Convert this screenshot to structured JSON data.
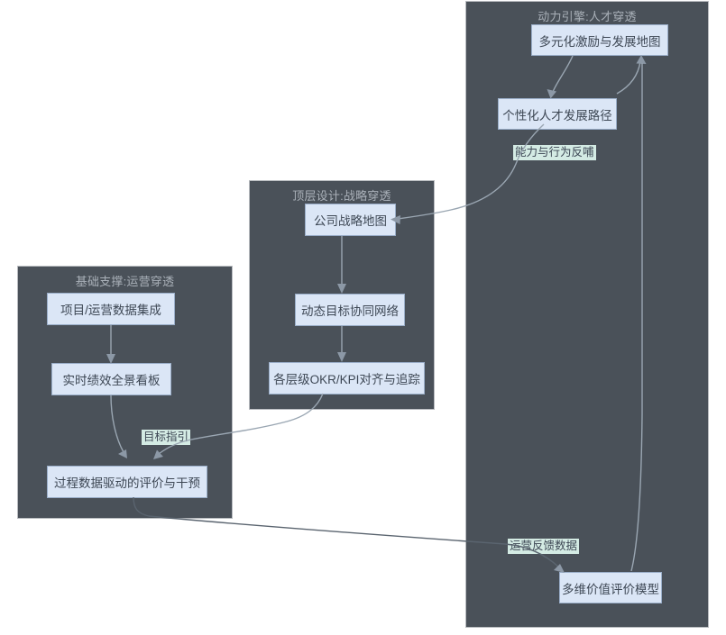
{
  "diagram": {
    "type": "flowchart",
    "background": "#ffffff",
    "cluster_fill": "#4a5159",
    "cluster_border": "#b9bcc0",
    "node_fill": "#dbe6f6",
    "node_border": "#9aaec9",
    "node_text_color": "#3d4754",
    "edge_color": "#9aa6b2",
    "edge_label_fill": "#d4ebe4",
    "clusters": [
      {
        "id": "cluster-talent",
        "title": "动力引擎:人才穿透",
        "nodes": [
          {
            "id": "incentive-map",
            "label": "多元化激励与发展地图"
          },
          {
            "id": "talent-path",
            "label": "个性化人才发展路径"
          },
          {
            "id": "value-model",
            "label": "多维价值评价模型"
          }
        ]
      },
      {
        "id": "cluster-strategy",
        "title": "顶层设计:战略穿透",
        "nodes": [
          {
            "id": "strategy-map",
            "label": "公司战略地图"
          },
          {
            "id": "goal-network",
            "label": "动态目标协同网络"
          },
          {
            "id": "okr-align",
            "label": "各层级OKR/KPI对齐与追踪"
          }
        ]
      },
      {
        "id": "cluster-operation",
        "title": "基础支撑:运营穿透",
        "nodes": [
          {
            "id": "data-integration",
            "label": "项目/运营数据集成"
          },
          {
            "id": "realtime-dashboard",
            "label": "实时绩效全景看板"
          },
          {
            "id": "process-eval",
            "label": "过程数据驱动的评价与干预"
          }
        ]
      }
    ],
    "edge_labels": [
      {
        "id": "capability-feedback",
        "text": "能力与行为反哺"
      },
      {
        "id": "goal-guidance",
        "text": "目标指引"
      },
      {
        "id": "operation-feedback",
        "text": "运营反馈数据"
      }
    ]
  }
}
